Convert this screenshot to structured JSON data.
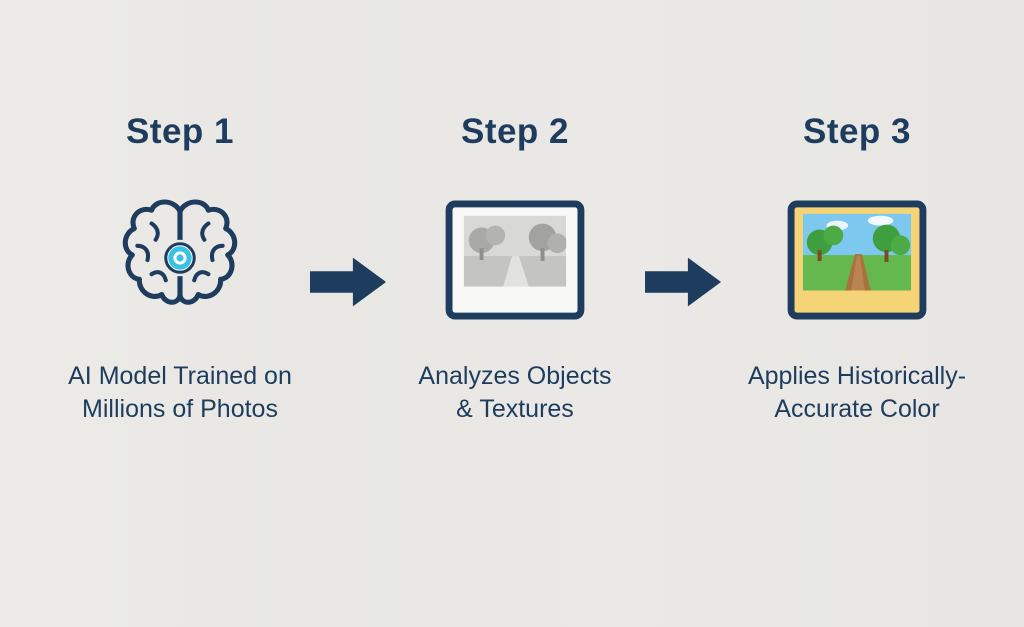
{
  "diagram": {
    "title": "AI photo colorization process",
    "background": "#e9e8e5"
  },
  "colors": {
    "navy": "#1e3c5e",
    "cyan": "#38c2e5",
    "frame_yellow": "#f4d476",
    "grayscale_sky": "#d8d8d6",
    "color_sky": "#7cc8ee",
    "color_grass": "#64b84e"
  },
  "steps": [
    {
      "title": "Step 1",
      "icon": "brain-target-icon",
      "caption_line1": "AI Model Trained on",
      "caption_line2": "Millions of Photos"
    },
    {
      "title": "Step 2",
      "icon": "grayscale-photo-icon",
      "caption_line1": "Analyzes Objects",
      "caption_line2": "& Textures"
    },
    {
      "title": "Step 3",
      "icon": "color-photo-icon",
      "caption_line1": "Applies Historically-",
      "caption_line2": "Accurate Color"
    }
  ],
  "arrows": [
    {
      "name": "arrow-step1-to-step2",
      "direction": "right"
    },
    {
      "name": "arrow-step2-to-step3",
      "direction": "right"
    }
  ]
}
